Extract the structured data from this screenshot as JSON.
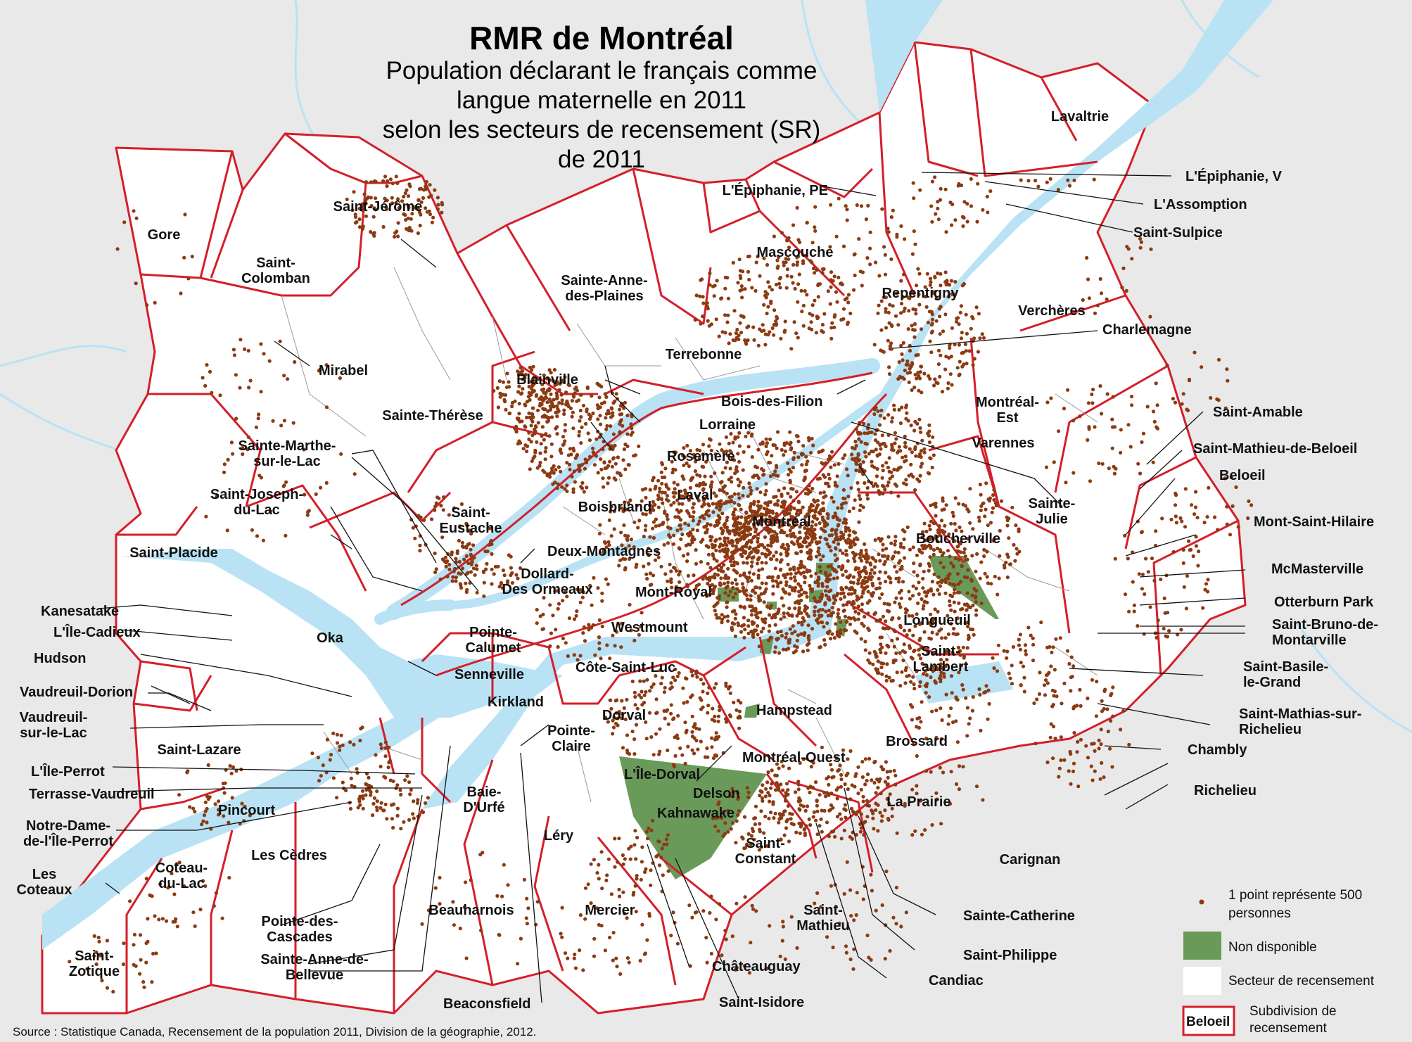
{
  "title": "RMR de Montréal",
  "subtitle_lines": [
    "Population déclarant le français comme",
    "langue maternelle en 2011",
    "selon les secteurs de recensement (SR)",
    "de 2011"
  ],
  "source": "Source : Statistique Canada, Recensement de la population 2011, Division de la géographie, 2012.",
  "legend": {
    "dot": [
      "1 point représente 500",
      "personnes"
    ],
    "not_available": "Non disponible",
    "tract": "Secteur de recensement",
    "subdivision_sample": "Beloeil",
    "subdivision": [
      "Subdivision de",
      "recensement"
    ]
  },
  "colors": {
    "water": "#b9e2f5",
    "land": "#ffffff",
    "outside": "#e9e9e9",
    "boundary": "#d41f2a",
    "dot": "#8b3a12",
    "not_available": "#6a9a5a"
  },
  "labels": {
    "gore": [
      "Gore"
    ],
    "saint_jerome": [
      "Saint-Jérôme"
    ],
    "saint_colomban": [
      "Saint-",
      "Colomban"
    ],
    "mirabel": [
      "Mirabel"
    ],
    "sainte_anne_des_plaines": [
      "Sainte-Anne-",
      "des-Plaines"
    ],
    "mascouche": [
      "Mascouche"
    ],
    "lepiphanie_pe": [
      "L'Épiphanie, PE"
    ],
    "lavaltrie": [
      "Lavaltrie"
    ],
    "lepiphanie_v": [
      "L'Épiphanie, V"
    ],
    "lassomption": [
      "L'Assomption"
    ],
    "saint_sulpice": [
      "Saint-Sulpice"
    ],
    "repentigny": [
      "Repentigny"
    ],
    "vercheres": [
      "Verchères"
    ],
    "charlemagne": [
      "Charlemagne"
    ],
    "terrebonne": [
      "Terrebonne"
    ],
    "blainville": [
      "Blainville"
    ],
    "bois_des_filion": [
      "Bois-des-Filion"
    ],
    "lorraine": [
      "Lorraine"
    ],
    "sainte_therese": [
      "Sainte-Thérèse"
    ],
    "rosemere": [
      "Rosemère"
    ],
    "sainte_marthe": [
      "Sainte-Marthe-",
      "sur-le-Lac"
    ],
    "montreal_est": [
      "Montréal-",
      "Est"
    ],
    "varennes": [
      "Varennes"
    ],
    "saint_amable": [
      "Saint-Amable"
    ],
    "saint_mathieu_beloeil": [
      "Saint-Mathieu-de-Beloeil"
    ],
    "beloeil": [
      "Beloeil"
    ],
    "saint_joseph": [
      "Saint-Joseph-",
      "du-Lac"
    ],
    "laval": [
      "Laval"
    ],
    "boisbriand": [
      "Boisbriand"
    ],
    "saint_eustache": [
      "Saint-",
      "Eustache"
    ],
    "montreal": [
      "Montréal"
    ],
    "sainte_julie": [
      "Sainte-",
      "Julie"
    ],
    "mont_saint_hilaire": [
      "Mont-Saint-Hilaire"
    ],
    "saint_placide": [
      "Saint-Placide"
    ],
    "deux_montagnes": [
      "Deux-Montagnes"
    ],
    "dollard": [
      "Dollard-",
      "Des Ormeaux"
    ],
    "boucherville": [
      "Boucherville"
    ],
    "mcmasterville": [
      "McMasterville"
    ],
    "mont_royal": [
      "Mont-Royal"
    ],
    "kanesatake": [
      "Kanesatake"
    ],
    "otterburn": [
      "Otterburn Park"
    ],
    "lile_cadieux": [
      "L'Île-Cadieux"
    ],
    "oka": [
      "Oka"
    ],
    "pointe_calumet": [
      "Pointe-",
      "Calumet"
    ],
    "westmount": [
      "Westmount"
    ],
    "longueuil": [
      "Longueuil"
    ],
    "saint_bruno": [
      "Saint-Bruno-de-",
      "Montarville"
    ],
    "hudson": [
      "Hudson"
    ],
    "saint_lambert": [
      "Saint-",
      "Lambert"
    ],
    "cote_saint_luc": [
      "Côte-Saint-Luc"
    ],
    "saint_basile": [
      "Saint-Basile-",
      "le-Grand"
    ],
    "senneville": [
      "Senneville"
    ],
    "vaudreuil_dorion": [
      "Vaudreuil-Dorion"
    ],
    "kirkland": [
      "Kirkland"
    ],
    "hampstead": [
      "Hampstead"
    ],
    "saint_mathias": [
      "Saint-Mathias-sur-",
      "Richelieu"
    ],
    "dorval": [
      "Dorval"
    ],
    "vaudreuil_sur_le_lac": [
      "Vaudreuil-",
      "sur-le-Lac"
    ],
    "pointe_claire": [
      "Pointe-",
      "Claire"
    ],
    "saint_lazare": [
      "Saint-Lazare"
    ],
    "brossard": [
      "Brossard"
    ],
    "chambly": [
      "Chambly"
    ],
    "montreal_ouest": [
      "Montréal-Ouest"
    ],
    "lile_perrot": [
      "L'Île-Perrot"
    ],
    "lile_dorval": [
      "L'Île-Dorval"
    ],
    "delson": [
      "Delson"
    ],
    "richelieu": [
      "Richelieu"
    ],
    "la_prairie": [
      "La Prairie"
    ],
    "terrasse_vaudreuil": [
      "Terrasse-Vaudreuil"
    ],
    "baie_durfe": [
      "Baie-",
      "D'Urfé"
    ],
    "kahnawake": [
      "Kahnawake"
    ],
    "pincourt": [
      "Pincourt"
    ],
    "notre_dame": [
      "Notre-Dame-",
      "de-l'Île-Perrot"
    ],
    "lery": [
      "Léry"
    ],
    "saint_constant": [
      "Saint-",
      "Constant"
    ],
    "carignan": [
      "Carignan"
    ],
    "les_cedres": [
      "Les Cèdres"
    ],
    "les_coteaux": [
      "Les",
      "Coteaux"
    ],
    "coteau_du_lac": [
      "Coteau-",
      "du-Lac"
    ],
    "beauharnois": [
      "Beauharnois"
    ],
    "mercier": [
      "Mercier"
    ],
    "saint_mathieu": [
      "Saint-",
      "Mathieu"
    ],
    "sainte_catherine": [
      "Sainte-Catherine"
    ],
    "pointe_des_cascades": [
      "Pointe-des-",
      "Cascades"
    ],
    "saint_philippe": [
      "Saint-Philippe"
    ],
    "saint_zotique": [
      "Saint-",
      "Zotique"
    ],
    "sainte_anne_de_bellevue": [
      "Sainte-Anne-de-",
      "Bellevue"
    ],
    "chateauguay": [
      "Châteauguay"
    ],
    "candiac": [
      "Candiac"
    ],
    "saint_isidore": [
      "Saint-Isidore"
    ],
    "beaconsfield": [
      "Beaconsfield"
    ]
  }
}
